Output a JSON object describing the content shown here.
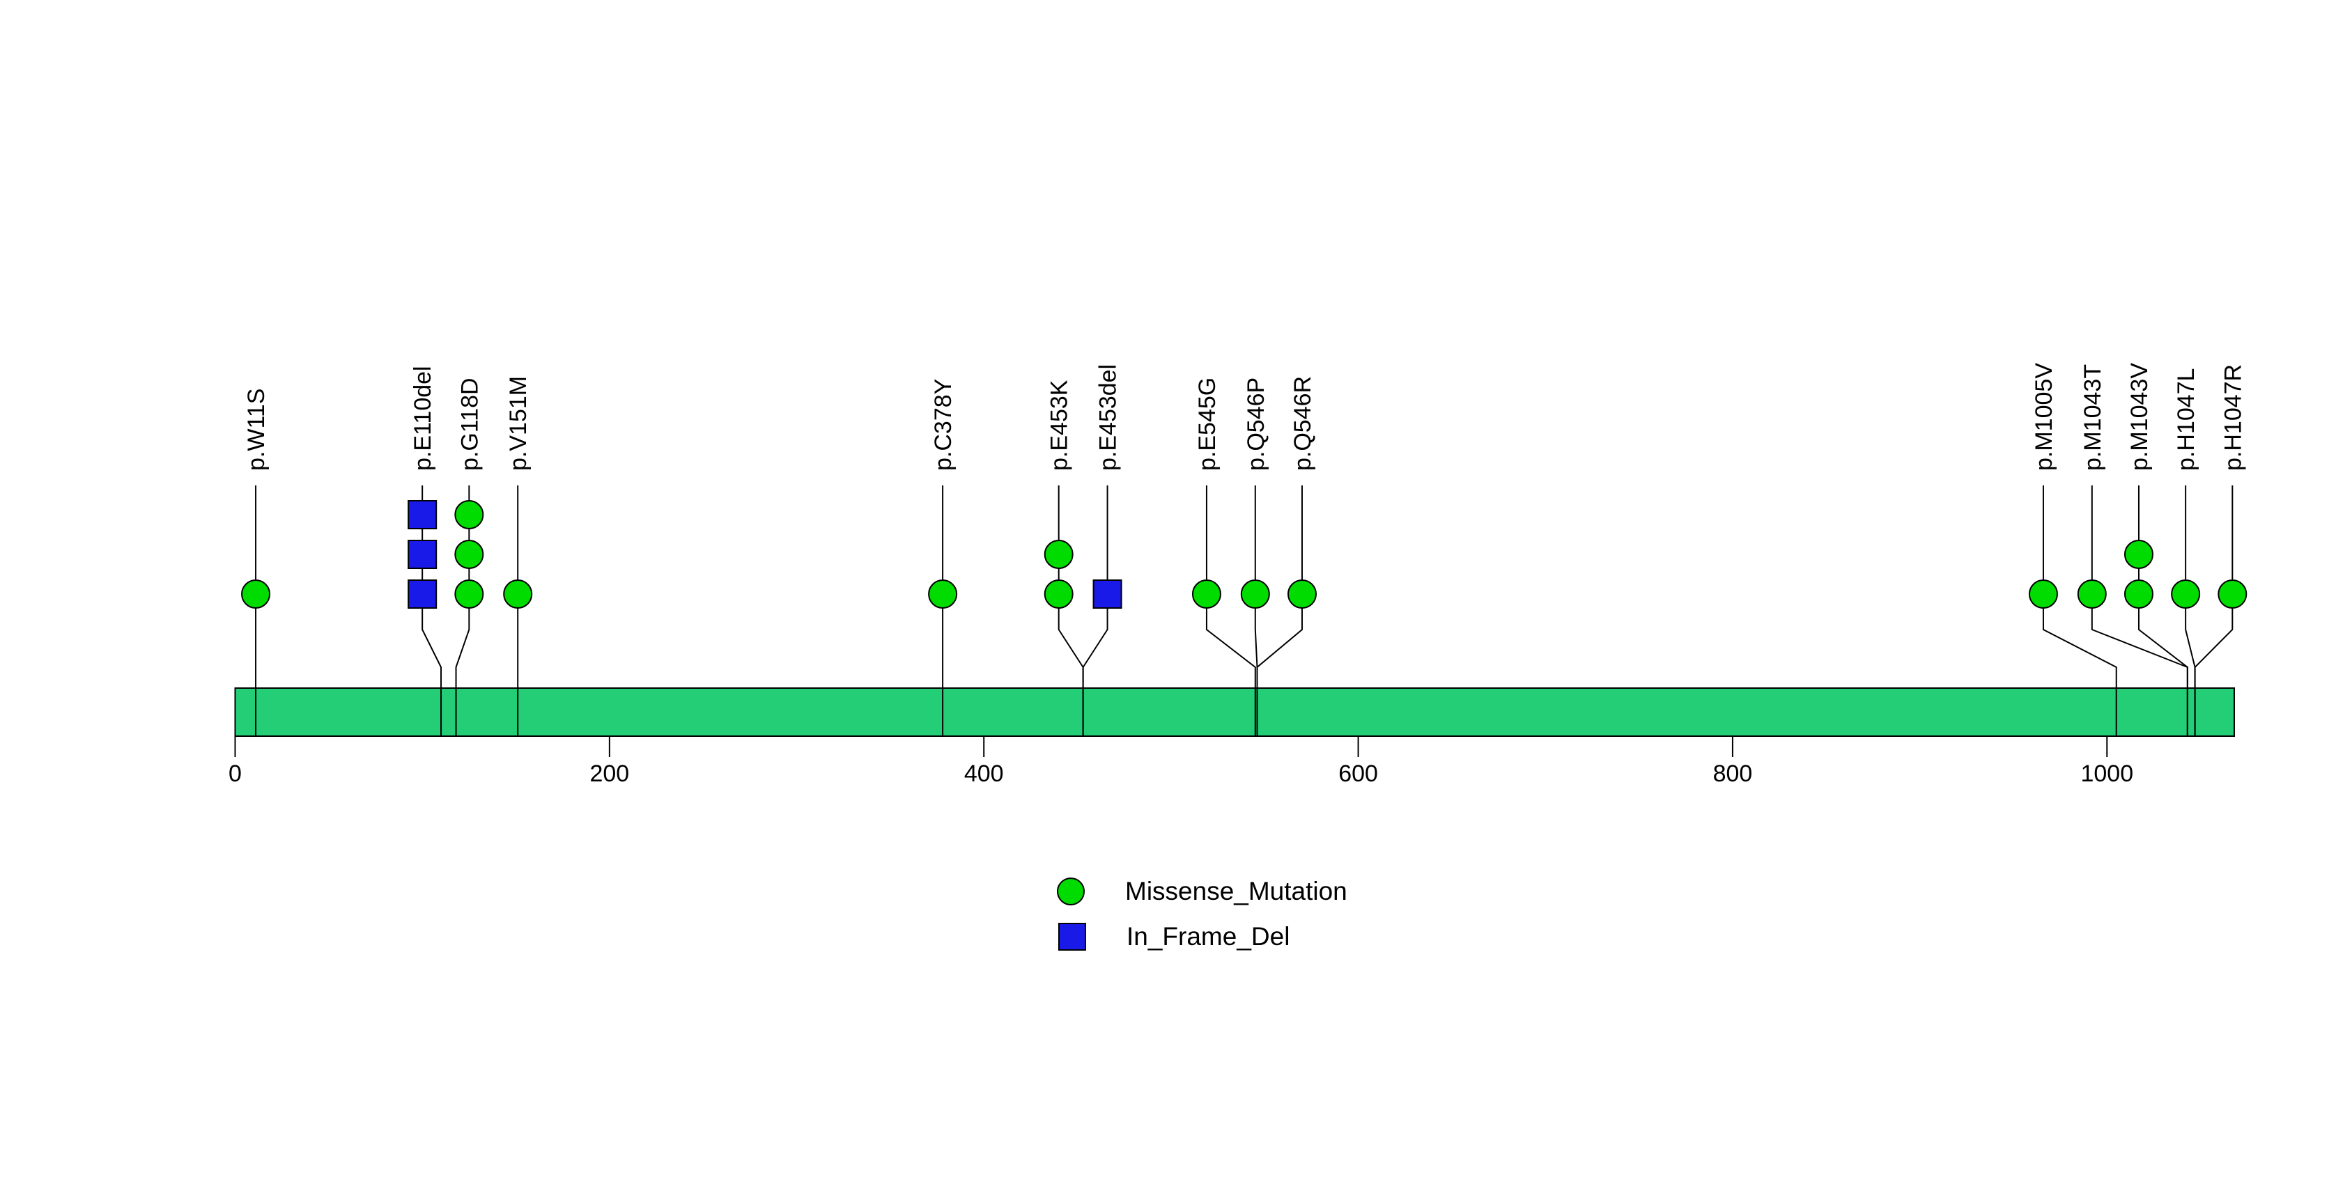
{
  "chart_data": {
    "type": "lollipop",
    "description": "Protein mutation lollipop plot",
    "background_color": "#ffffff",
    "stroke_color": "#000000",
    "protein": {
      "length_aa": 1068,
      "bar_color": "#23CE77",
      "axis_ticks": [
        0,
        200,
        400,
        600,
        800,
        1000
      ]
    },
    "legend": [
      {
        "label": "Missense_Mutation",
        "shape": "circle",
        "color": "#00DC00"
      },
      {
        "label": "In_Frame_Del",
        "shape": "square",
        "color": "#1A1AE8"
      }
    ],
    "mutations": [
      {
        "label": "p.W11S",
        "position": 11,
        "count": 1,
        "type": "Missense_Mutation",
        "label_position": 11
      },
      {
        "label": "p.E110del",
        "position": 110,
        "count": 3,
        "type": "In_Frame_Del",
        "label_position": 100
      },
      {
        "label": "p.G118D",
        "position": 118,
        "count": 3,
        "type": "Missense_Mutation",
        "label_position": 125
      },
      {
        "label": "p.V151M",
        "position": 151,
        "count": 1,
        "type": "Missense_Mutation",
        "label_position": 151
      },
      {
        "label": "p.C378Y",
        "position": 378,
        "count": 1,
        "type": "Missense_Mutation",
        "label_position": 378
      },
      {
        "label": "p.E453K",
        "position": 453,
        "count": 2,
        "type": "Missense_Mutation",
        "label_position": 440
      },
      {
        "label": "p.E453del",
        "position": 453,
        "count": 1,
        "type": "In_Frame_Del",
        "label_position": 466
      },
      {
        "label": "p.E545G",
        "position": 545,
        "count": 1,
        "type": "Missense_Mutation",
        "label_position": 519
      },
      {
        "label": "p.Q546P",
        "position": 546,
        "count": 1,
        "type": "Missense_Mutation",
        "label_position": 545
      },
      {
        "label": "p.Q546R",
        "position": 546,
        "count": 1,
        "type": "Missense_Mutation",
        "label_position": 570
      },
      {
        "label": "p.M1005V",
        "position": 1005,
        "count": 1,
        "type": "Missense_Mutation",
        "label_position": 966
      },
      {
        "label": "p.M1043T",
        "position": 1043,
        "count": 1,
        "type": "Missense_Mutation",
        "label_position": 992
      },
      {
        "label": "p.M1043V",
        "position": 1043,
        "count": 2,
        "type": "Missense_Mutation",
        "label_position": 1017
      },
      {
        "label": "p.H1047L",
        "position": 1047,
        "count": 1,
        "type": "Missense_Mutation",
        "label_position": 1042
      },
      {
        "label": "p.H1047R",
        "position": 1047,
        "count": 1,
        "type": "Missense_Mutation",
        "label_position": 1067
      }
    ]
  }
}
